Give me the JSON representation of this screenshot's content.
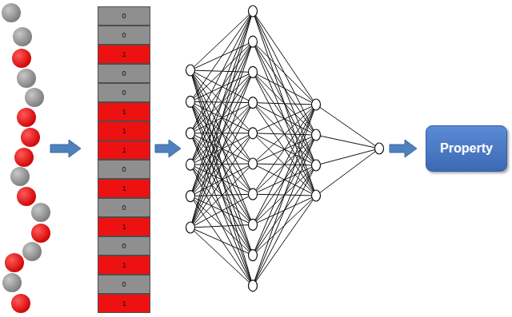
{
  "diagram": {
    "nodes": [
      {
        "text": [
          "0"
        ]
      },
      {
        "text": [
          "0"
        ]
      },
      {
        "text": [
          "1"
        ]
      },
      {
        "text": [
          "0"
        ]
      },
      {
        "text": [
          "0"
        ]
      },
      {
        "text": [
          "1"
        ]
      },
      {
        "text": [
          "1"
        ]
      },
      {
        "text": [
          "1"
        ]
      },
      {
        "text": [
          "0"
        ]
      },
      {
        "text": [
          "1"
        ]
      },
      {
        "text": [
          "0"
        ]
      },
      {
        "text": [
          "1"
        ]
      },
      {
        "text": [
          "0"
        ]
      },
      {
        "text": [
          "1"
        ]
      },
      {
        "text": [
          "0"
        ]
      },
      {
        "text": [
          "1"
        ]
      },
      {
        "text": [
          "Property"
        ]
      }
    ]
  }
}
